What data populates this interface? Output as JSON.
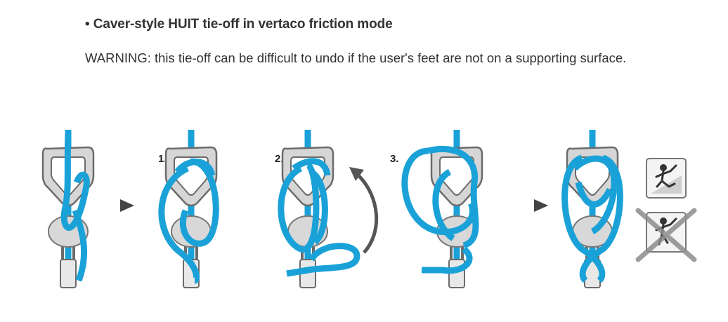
{
  "heading": "• Caver-style HUIT tie-off in vertaco friction mode",
  "warning": "WARNING: this tie-off can be difficult to undo if the user's feet are not on a supporting surface.",
  "steps": [
    {
      "number": "1."
    },
    {
      "number": "2."
    },
    {
      "number": "3."
    }
  ],
  "colors": {
    "rope": "#1aa2d8",
    "rope_dark": "#0d6fa0",
    "device_frame": "#d2d2d2",
    "device_outline": "#6b6b6b",
    "arrow": "#555555",
    "cross": "#8c8c8c"
  },
  "icons": {
    "next_step": "play-arrow-icon",
    "allowed": "feet-supported-icon",
    "not_allowed": "feet-unsupported-crossed-icon",
    "direction": "curved-arrow-icon"
  }
}
